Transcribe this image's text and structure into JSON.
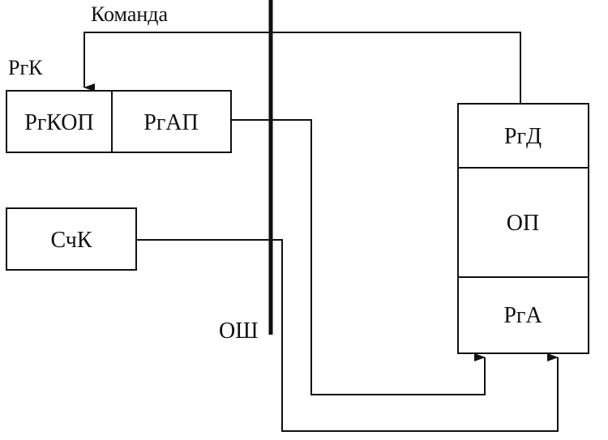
{
  "labels": {
    "command": "Команда",
    "rgk": "РгК",
    "rgkop": "РгКОП",
    "rgap": "РгАП",
    "sck": "СчК",
    "osh": "ОШ",
    "rgd": "РгД",
    "op": "ОП",
    "rga": "РгА"
  }
}
